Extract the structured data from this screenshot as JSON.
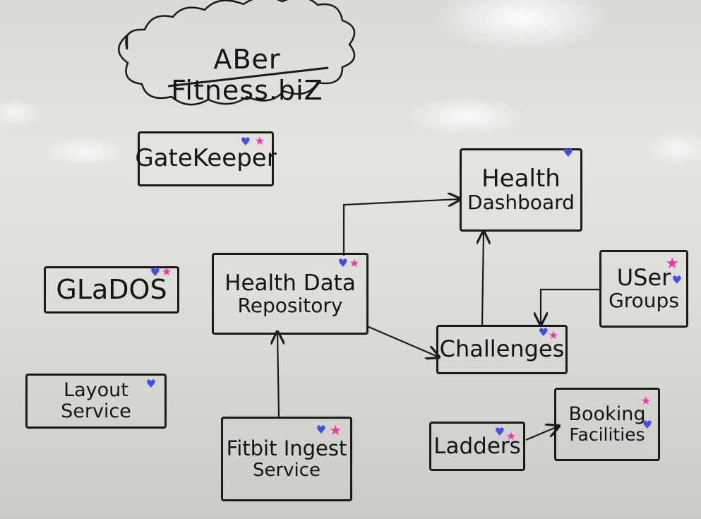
{
  "title": "ABer Fitness.biZ",
  "nodes": {
    "gatekeeper": {
      "label": "GateKeeper",
      "marks": [
        "heart",
        "star"
      ]
    },
    "glados": {
      "label": "GLaDOS",
      "marks": [
        "heart",
        "star"
      ]
    },
    "layout_service": {
      "label": "Layout Service",
      "marks": [
        "heart"
      ]
    },
    "health_data_repository": {
      "label_line1": "Health Data",
      "label_line2": "Repository",
      "marks": [
        "heart",
        "star"
      ]
    },
    "fitbit_ingest_service": {
      "label_line1": "Fitbit Ingest",
      "label_line2": "Service",
      "marks": [
        "heart",
        "star"
      ]
    },
    "health_dashboard": {
      "label_line1": "Health",
      "label_line2": "Dashboard",
      "marks": [
        "heart"
      ]
    },
    "challenges": {
      "label": "Challenges",
      "marks": [
        "heart",
        "star"
      ]
    },
    "user_groups": {
      "label_line1": "USer",
      "label_line2": "Groups",
      "marks": [
        "star",
        "heart"
      ]
    },
    "ladders": {
      "label": "Ladders",
      "marks": [
        "heart",
        "star"
      ]
    },
    "booking_facilities": {
      "label_line1": "Booking",
      "label_line2": "Facilities",
      "marks": [
        "star",
        "heart"
      ]
    }
  },
  "edges": [
    {
      "from": "fitbit_ingest_service",
      "to": "health_data_repository"
    },
    {
      "from": "health_data_repository",
      "to": "health_dashboard"
    },
    {
      "from": "health_data_repository",
      "to": "challenges"
    },
    {
      "from": "challenges",
      "to": "health_dashboard"
    },
    {
      "from": "user_groups",
      "to": "challenges"
    },
    {
      "from": "ladders",
      "to": "booking_facilities"
    }
  ],
  "colors": {
    "heart": "#3f4ef0",
    "star": "#ff2fb0",
    "ink": "#1b1b1b"
  },
  "icons": {
    "heart": "heart-icon",
    "star": "star-icon"
  }
}
